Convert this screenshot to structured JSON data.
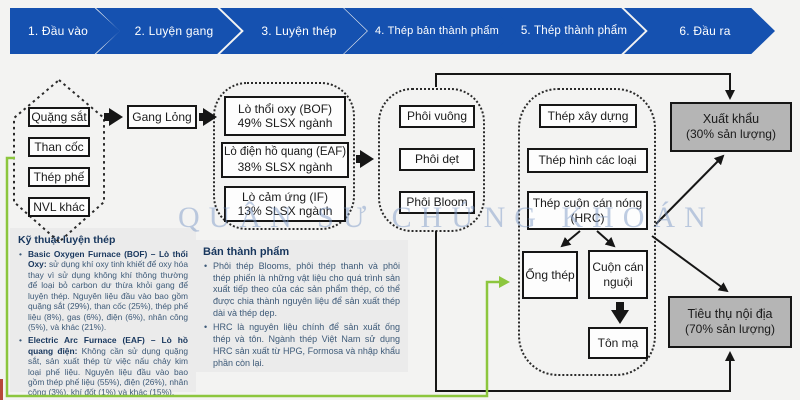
{
  "watermark": "QUÂN SƯ CHỨNG KHOÁN",
  "steps": [
    {
      "label": "1. Đầu vào"
    },
    {
      "label": "2. Luyện gang"
    },
    {
      "label": "3. Luyện thép"
    },
    {
      "label": "4. Thép bản thành phẩm"
    },
    {
      "label": "5. Thép thành phẩm"
    },
    {
      "label": "6. Đầu ra"
    }
  ],
  "inputs": {
    "items": [
      {
        "label": "Quặng sắt"
      },
      {
        "label": "Than cốc"
      },
      {
        "label": "Thép phế"
      },
      {
        "label": "NVL khác"
      }
    ]
  },
  "pig_iron": {
    "label": "Gang Lỏng"
  },
  "furnaces": [
    {
      "name": "Lò thổi oxy (BOF)",
      "share": "49% SLSX ngành"
    },
    {
      "name": "Lò điện hồ quang (EAF)",
      "share": "38% SLSX ngành"
    },
    {
      "name": "Lò cảm ứng (IF)",
      "share": "13% SLSX ngành"
    }
  ],
  "billets": [
    {
      "label": "Phôi vuông"
    },
    {
      "label": "Phôi dẹt"
    },
    {
      "label": "Phôi Bloom"
    }
  ],
  "finished": {
    "construction": "Thép xây dựng",
    "shapes": "Thép hình các loại",
    "hrc": "Thép cuộn cán nóng (HRC)",
    "pipe": "Ống thép",
    "crc": "Cuộn cán nguội",
    "coated": "Tôn mạ"
  },
  "outputs": {
    "export": {
      "title": "Xuất khẩu",
      "share": "(30% sản lượng)"
    },
    "domestic": {
      "title": "Tiêu thụ nội địa",
      "share": "(70% sản lượng)"
    }
  },
  "notes_technique": {
    "title": "Kỹ thuật luyện thép",
    "bullet1_bold": "Basic Oxygen Furnace (BOF) – Lò thổi Oxy:",
    "bullet1_text": "sử dụng khí oxy tinh khiết để oxy hóa thay vì sử dụng không khí thông thường để loại bỏ carbon dư thừa khỏi gang để luyện thép. Nguyên liệu đầu vào bao gồm quặng sắt (29%), than cốc (25%), thép phế liệu (8%), gas (6%), điện (6%), nhân công (5%), và khác (21%).",
    "bullet2_bold": "Electric Arc Furnace (EAF) – Lò hồ quang điện:",
    "bullet2_text": "Không cần sử dụng quặng sắt, sản xuất thép từ việc nấu chảy kim loại phế liệu. Nguyên liệu đầu vào bao gồm thép phế liệu (55%), điện (26%), nhân công (3%), khí đốt (1%) và khác (15%)."
  },
  "notes_semi": {
    "title": "Bán thành phẩm",
    "bullet1": "Phôi thép Blooms, phôi thép thanh và phôi thép phiến là những vật liệu cho quá trình sản xuất tiếp theo của các sản phẩm thép, có thể được chia thành nguyên liệu để sản xuất thép dài và thép dẹp.",
    "bullet2": "HRC là nguyên liệu chính để sản xuất ống thép và tôn. Ngành thép Việt Nam sử dụng HRC sản xuất từ HPG, Formosa và nhập khẩu phần còn lại."
  },
  "colors": {
    "chevron_blue": "#1551b0",
    "connector_green": "#8cc63e",
    "output_gray": "#b5b5b5"
  }
}
